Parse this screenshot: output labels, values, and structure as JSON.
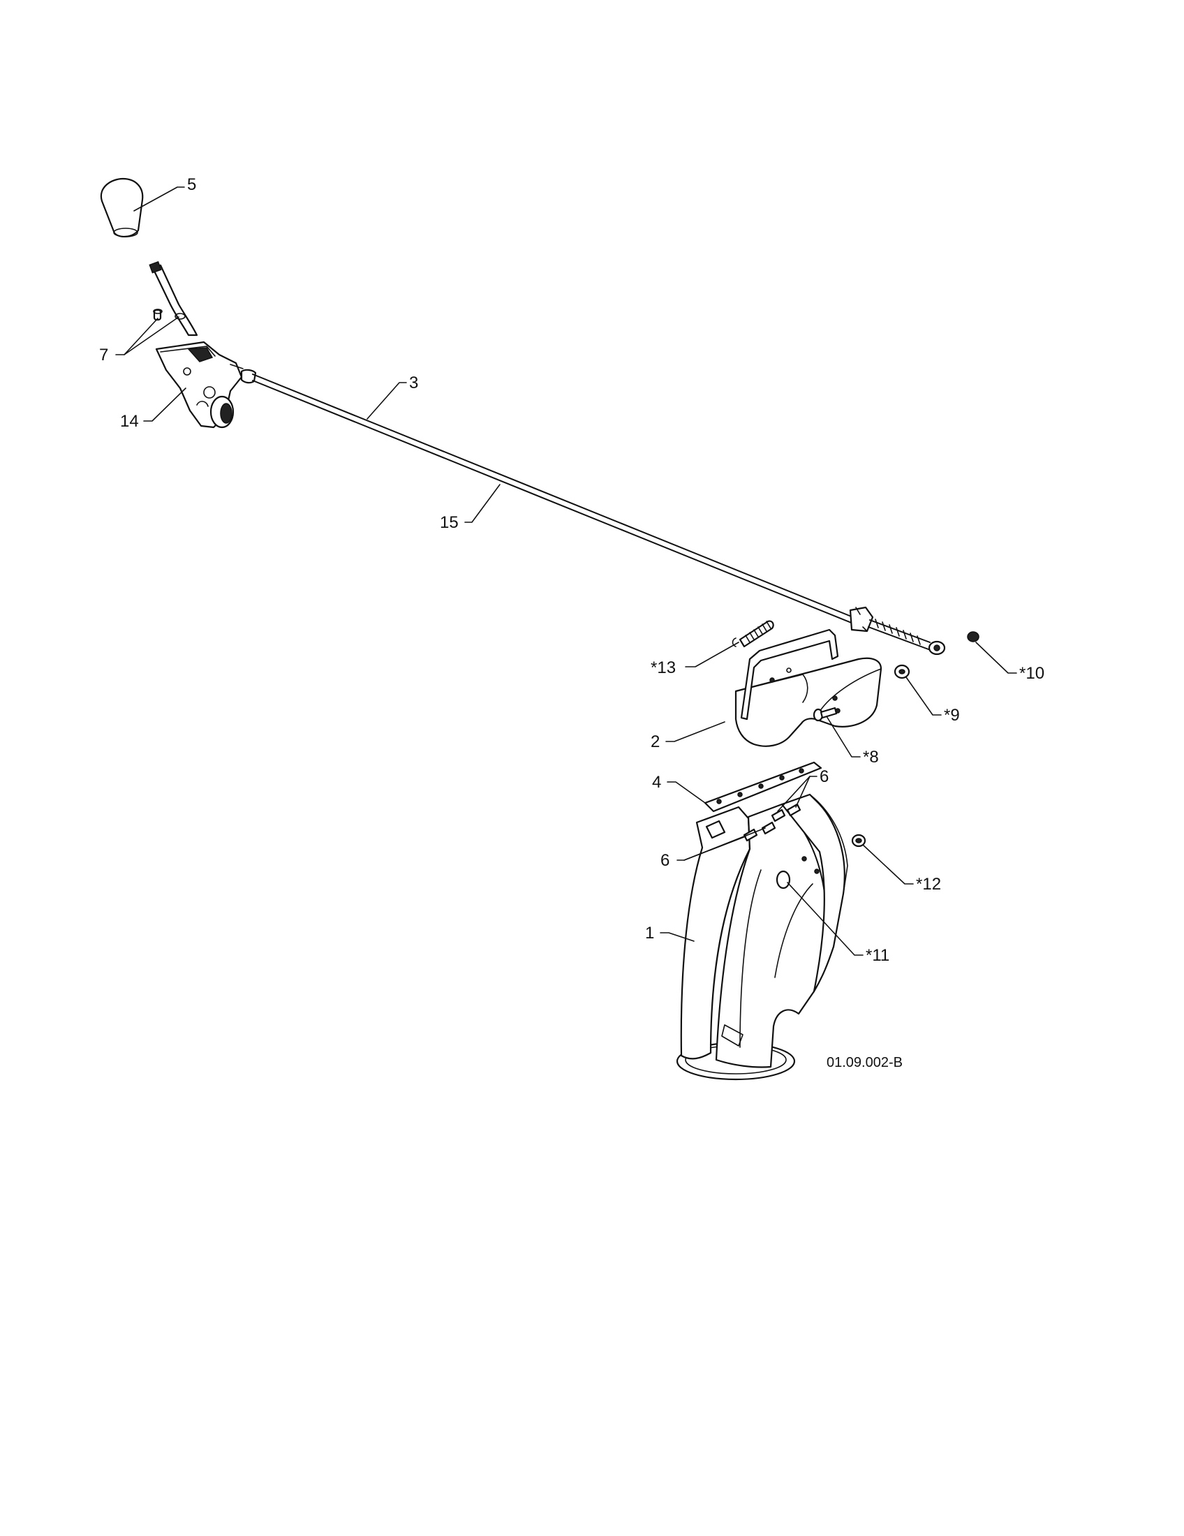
{
  "callouts": [
    {
      "id": "5",
      "text": "5"
    },
    {
      "id": "7",
      "text": "7"
    },
    {
      "id": "14",
      "text": "14"
    },
    {
      "id": "3",
      "text": "3"
    },
    {
      "id": "15",
      "text": "15"
    },
    {
      "id": "13",
      "text": "*13"
    },
    {
      "id": "10",
      "text": "*10"
    },
    {
      "id": "9",
      "text": "*9"
    },
    {
      "id": "2",
      "text": "2"
    },
    {
      "id": "8",
      "text": "*8"
    },
    {
      "id": "4",
      "text": "4"
    },
    {
      "id": "6a",
      "text": "6"
    },
    {
      "id": "6b",
      "text": "6"
    },
    {
      "id": "12",
      "text": "*12"
    },
    {
      "id": "1",
      "text": "1"
    },
    {
      "id": "11",
      "text": "*11"
    }
  ],
  "drawing_code": "01.09.002-B"
}
